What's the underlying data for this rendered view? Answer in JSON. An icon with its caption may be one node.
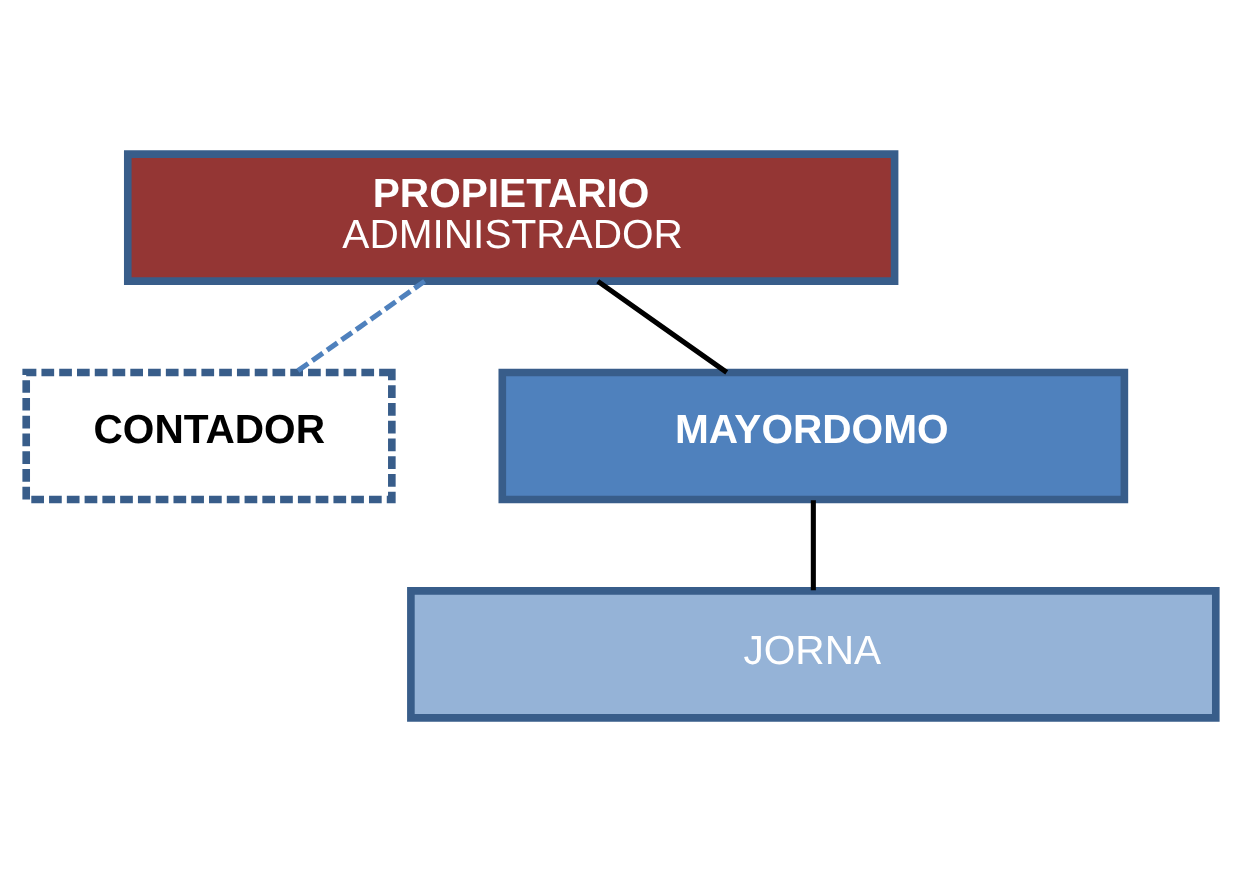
{
  "diagram": {
    "nodes": [
      {
        "text": [
          "PROPIETARIO",
          "ADMINISTRADOR"
        ]
      },
      {
        "text": [
          "CONTADOR"
        ]
      },
      {
        "text": [
          "MAYORDOMO"
        ]
      },
      {
        "text": [
          "JORNA"
        ]
      }
    ],
    "edges": [
      {
        "from": 0,
        "to": 2,
        "arrow": "none"
      },
      {
        "from": 1,
        "to": 0,
        "arrow": "none",
        "style": "dashed",
        "color": "#4f81bd"
      },
      {
        "from": 2,
        "to": 3,
        "arrow": "none"
      }
    ]
  }
}
